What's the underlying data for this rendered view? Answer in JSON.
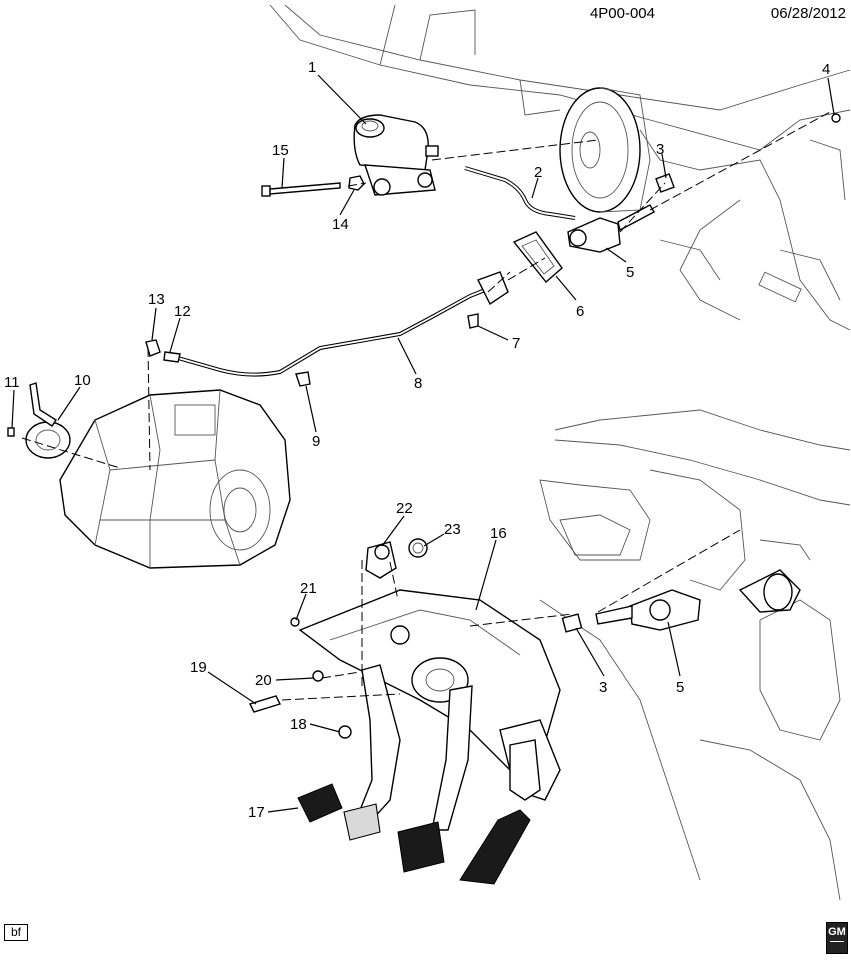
{
  "header": {
    "diagram_code": "4P00-004",
    "date": "06/28/2012"
  },
  "callouts": [
    {
      "id": "c1",
      "label": "1"
    },
    {
      "id": "c2",
      "label": "2"
    },
    {
      "id": "c3a",
      "label": "3"
    },
    {
      "id": "c3b",
      "label": "3"
    },
    {
      "id": "c4",
      "label": "4"
    },
    {
      "id": "c5a",
      "label": "5"
    },
    {
      "id": "c5b",
      "label": "5"
    },
    {
      "id": "c6",
      "label": "6"
    },
    {
      "id": "c7",
      "label": "7"
    },
    {
      "id": "c8",
      "label": "8"
    },
    {
      "id": "c9",
      "label": "9"
    },
    {
      "id": "c10",
      "label": "10"
    },
    {
      "id": "c11",
      "label": "11"
    },
    {
      "id": "c12",
      "label": "12"
    },
    {
      "id": "c13",
      "label": "13"
    },
    {
      "id": "c14",
      "label": "14"
    },
    {
      "id": "c15",
      "label": "15"
    },
    {
      "id": "c16",
      "label": "16"
    },
    {
      "id": "c17",
      "label": "17"
    },
    {
      "id": "c18",
      "label": "18"
    },
    {
      "id": "c19",
      "label": "19"
    },
    {
      "id": "c20",
      "label": "20"
    },
    {
      "id": "c21",
      "label": "21"
    },
    {
      "id": "c22",
      "label": "22"
    },
    {
      "id": "c23",
      "label": "23"
    }
  ],
  "footer": {
    "badge": "bf",
    "logo": "GM"
  }
}
